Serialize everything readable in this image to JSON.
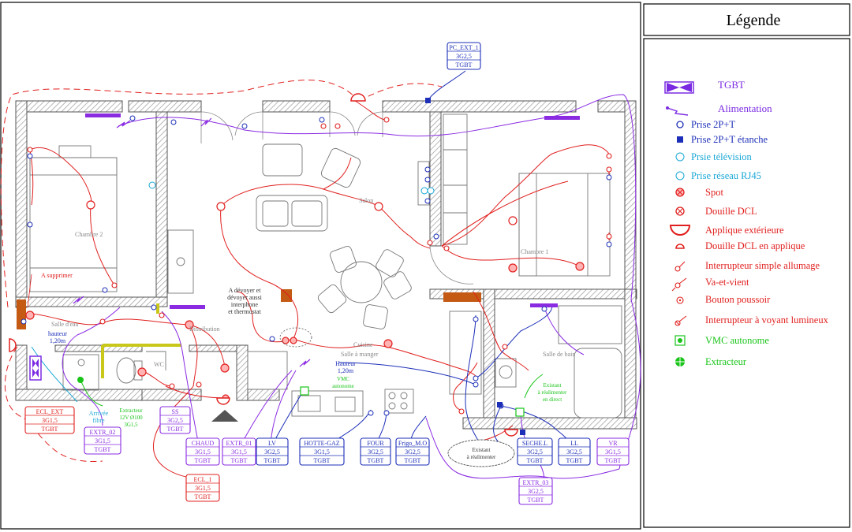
{
  "legend": {
    "title": "Légende",
    "items": [
      {
        "key": "tgbt",
        "label": "TGBT",
        "color": "#7a2be2",
        "icon": "tgbt-icon"
      },
      {
        "key": "alim",
        "label": "Alimentation",
        "color": "#7a2be2",
        "icon": "lightning-icon"
      },
      {
        "key": "prise",
        "label": "Prise 2P+T",
        "color": "#1d2fb8",
        "icon": "socket-icon"
      },
      {
        "key": "prise_et",
        "label": "Prise 2P+T étanche",
        "color": "#1d2fb8",
        "icon": "waterproof-socket-icon"
      },
      {
        "key": "tv",
        "label": "Prsie télévision",
        "color": "#1aa7d6",
        "icon": "tv-socket-icon"
      },
      {
        "key": "rj45",
        "label": "Prise réseau RJ45",
        "color": "#1aa7d6",
        "icon": "rj45-socket-icon"
      },
      {
        "key": "spot",
        "label": "Spot",
        "color": "#e0201f",
        "icon": "spot-icon"
      },
      {
        "key": "dcl",
        "label": "Douille DCL",
        "color": "#e0201f",
        "icon": "dcl-icon"
      },
      {
        "key": "applique_ext",
        "label": "Applique extérieure",
        "color": "#e0201f",
        "icon": "outdoor-wall-light-icon"
      },
      {
        "key": "dcl_applique",
        "label": "Douille DCL en applique",
        "color": "#e0201f",
        "icon": "wall-dcl-icon"
      },
      {
        "key": "inter_simple",
        "label": "Interrupteur simple allumage",
        "color": "#e0201f",
        "icon": "switch-icon"
      },
      {
        "key": "va_et_vient",
        "label": "Va-et-vient",
        "color": "#e0201f",
        "icon": "two-way-switch-icon"
      },
      {
        "key": "bp",
        "label": "Bouton poussoir",
        "color": "#e0201f",
        "icon": "push-button-icon"
      },
      {
        "key": "voyant",
        "label": "Interrupteur à voyant lumineux",
        "color": "#e0201f",
        "icon": "lit-switch-icon"
      },
      {
        "key": "vmc",
        "label": "VMC autonome",
        "color": "#19c419",
        "icon": "vmc-icon"
      },
      {
        "key": "extracteur",
        "label": "Extracteur",
        "color": "#19c419",
        "icon": "extractor-icon"
      }
    ]
  },
  "rooms": {
    "chambre2": "Chambre 2",
    "chambre1": "Chambre 1",
    "salon": "Salon",
    "cuisine": "Cuisine",
    "salle_manger": "Salle à manger",
    "distribution": "Distribution",
    "wc": "WC",
    "salle_eau": "Salle d'eau",
    "salle_bain": "Salle de bain"
  },
  "notes": {
    "a_supprimer": "A supprimer",
    "devoyer": [
      "A dévoyer et",
      "dévoyer aussi",
      "interphone",
      "et thermostat"
    ],
    "hauteur_left": [
      "hauteur",
      "1,20m"
    ],
    "hauteur_mid": [
      "Hauteur",
      "1,20m"
    ],
    "vmc_auto": [
      "VMC",
      "autonome"
    ],
    "existant_realimenter_direct": [
      "Existant",
      "à réalimenter",
      "en direct"
    ],
    "existant_realimenter": [
      "Existant",
      "à réalimenter"
    ],
    "arrivee_fibre": [
      "Arrivée",
      "fibre"
    ],
    "extracteur_note": [
      "Extracteur",
      "12V Ø100",
      "3G1,5"
    ]
  },
  "circuits": [
    {
      "name": "PC_EXT_1",
      "cable": "3G2,5",
      "board": "TGBT",
      "color": "#1d2fb8"
    },
    {
      "name": "ECL_EXT",
      "cable": "3G1,5",
      "board": "TGBT",
      "color": "#e0201f"
    },
    {
      "name": "EXTR_02",
      "cable": "3G1,5",
      "board": "TGBT",
      "color": "#8a2be2"
    },
    {
      "name": "SS",
      "cable": "3G2,5",
      "board": "TGBT",
      "color": "#8a2be2"
    },
    {
      "name": "CHAUD",
      "cable": "3G1,5",
      "board": "TGBT",
      "color": "#8a2be2"
    },
    {
      "name": "EXTR_01",
      "cable": "3G1,5",
      "board": "TGBT",
      "color": "#8a2be2"
    },
    {
      "name": "LV",
      "cable": "3G2,5",
      "board": "TGBT",
      "color": "#1d2fb8"
    },
    {
      "name": "HOTTE-GAZ",
      "cable": "3G1,5",
      "board": "TGBT",
      "color": "#1d2fb8"
    },
    {
      "name": "FOUR",
      "cable": "3G2,5",
      "board": "TGBT",
      "color": "#1d2fb8"
    },
    {
      "name": "Frigo_M.O",
      "cable": "3G2,5",
      "board": "TGBT",
      "color": "#1d2fb8"
    },
    {
      "name": "SECHE.L",
      "cable": "3G2,5",
      "board": "TGBT",
      "color": "#1d2fb8"
    },
    {
      "name": "LL",
      "cable": "3G2,5",
      "board": "TGBT",
      "color": "#1d2fb8"
    },
    {
      "name": "VR",
      "cable": "3G1,5",
      "board": "TGBT",
      "color": "#8a2be2"
    },
    {
      "name": "ECL_1",
      "cable": "3G1,5",
      "board": "TGBT",
      "color": "#e0201f"
    },
    {
      "name": "EXTR_03",
      "cable": "3G2,5",
      "board": "TGBT",
      "color": "#8a2be2"
    }
  ]
}
